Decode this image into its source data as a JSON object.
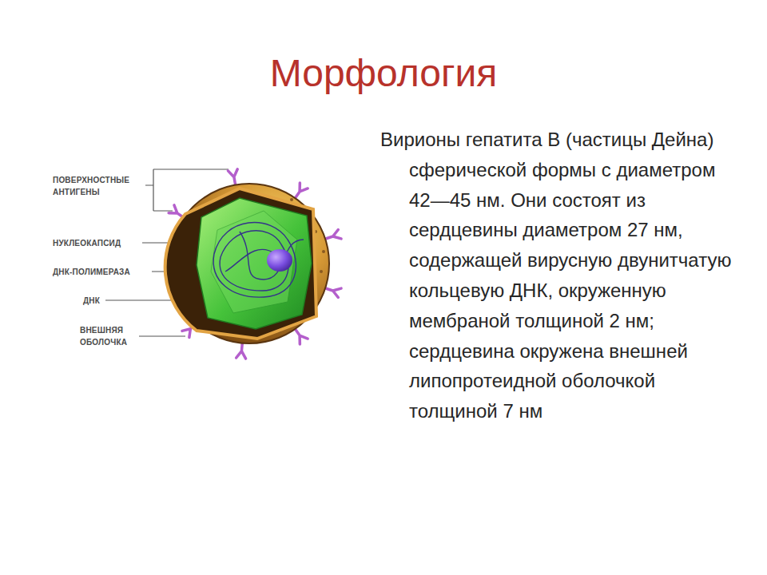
{
  "diagram": {
    "title": "Морфология",
    "labels": [
      "ПОВЕРХНОСТНЫЕ АНТИГЕНЫ",
      "НУКЛЕОКАПСИД",
      "ДНК-ПОЛИМЕРАЗА",
      "ДНК",
      "ВНЕШНЯЯ ОБОЛОЧКА",
      "Вирионы гепатита В (частицы Дейна) сферической формы с диаметром 42—45 нм. Они состоят из сердцевины диаметром 27 нм, содержащей вирусную двунитчатую кольцевую ДНК, окруженную мембраной толщиной 2 нм; сердцевина окружена внешней липопротеидной оболочкой толщиной 7 нм"
    ]
  }
}
